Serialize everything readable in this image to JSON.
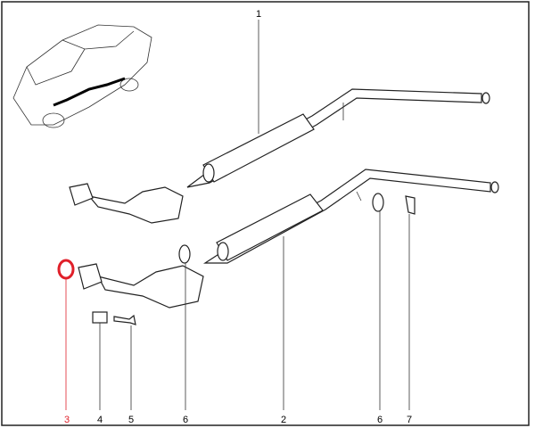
{
  "diagram": {
    "highlight_color": "#e0202a",
    "callouts": [
      {
        "id": "callout-1",
        "label": "1",
        "highlighted": false
      },
      {
        "id": "callout-3",
        "label": "3",
        "highlighted": true
      },
      {
        "id": "callout-4",
        "label": "4",
        "highlighted": false
      },
      {
        "id": "callout-5",
        "label": "5",
        "highlighted": false
      },
      {
        "id": "callout-6a",
        "label": "6",
        "highlighted": false
      },
      {
        "id": "callout-2",
        "label": "2",
        "highlighted": false
      },
      {
        "id": "callout-6b",
        "label": "6",
        "highlighted": false
      },
      {
        "id": "callout-7",
        "label": "7",
        "highlighted": false
      }
    ]
  }
}
